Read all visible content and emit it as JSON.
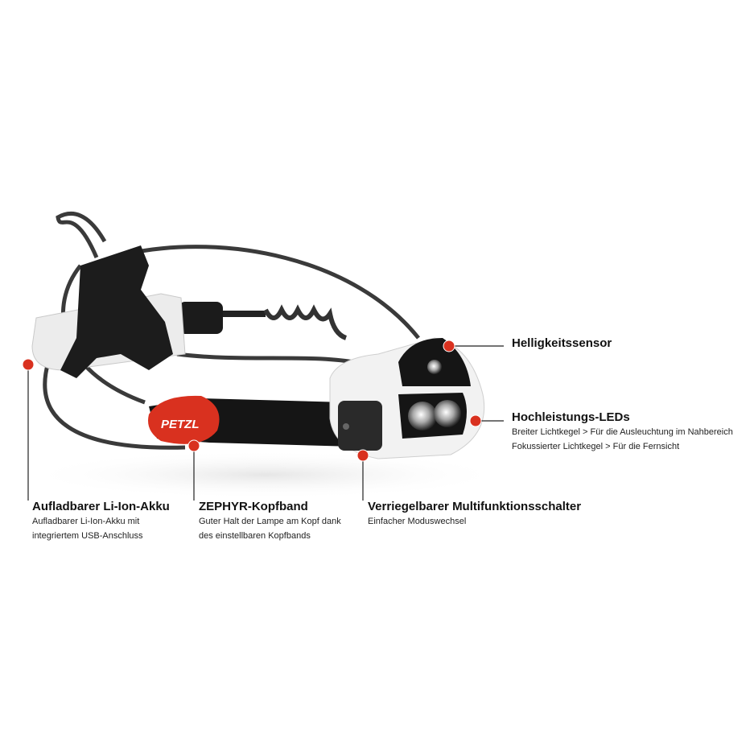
{
  "brand_logo": "PETZL",
  "accent_color": "#d9311f",
  "callouts": {
    "sensor": {
      "title": "Helligkeitssensor"
    },
    "leds": {
      "title": "Hochleistungs-LEDs",
      "lines": [
        "Breiter Lichtkegel > Für die Ausleuchtung im Nahbereich",
        "Fokussierter Lichtkegel > Für die Fernsicht"
      ]
    },
    "battery": {
      "title": "Aufladbarer Li-Ion-Akku",
      "lines": [
        "Aufladbarer Li-Ion-Akku mit",
        "integriertem USB-Anschluss"
      ]
    },
    "headband": {
      "title": "ZEPHYR-Kopfband",
      "lines": [
        "Guter Halt der Lampe am Kopf dank",
        "des einstellbaren Kopfbands"
      ]
    },
    "switch": {
      "title": "Verriegelbarer Multifunktionsschalter",
      "lines": [
        "Einfacher Moduswechsel"
      ]
    }
  }
}
